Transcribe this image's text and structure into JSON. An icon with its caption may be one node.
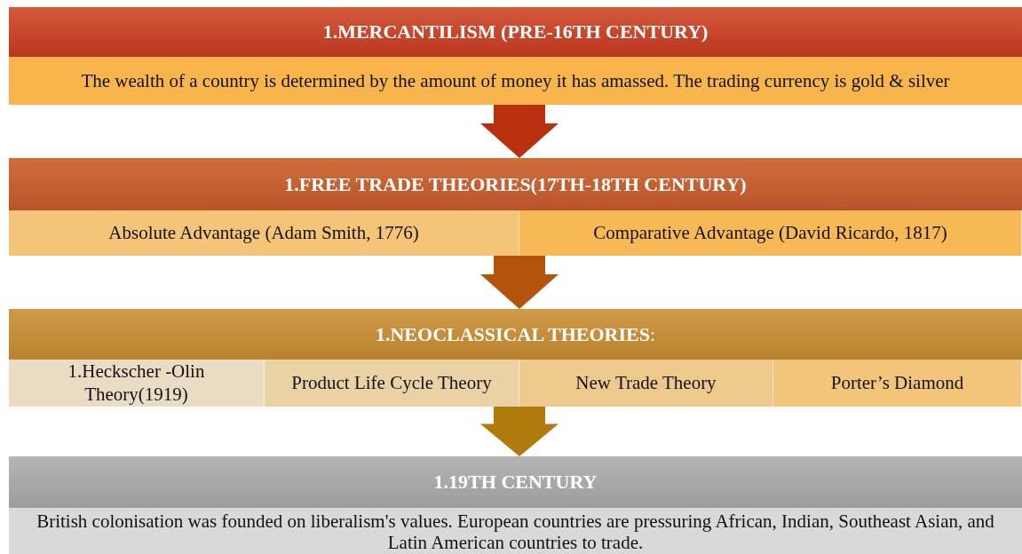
{
  "diagram": {
    "nodes": [
      {
        "text": [
          "1.MERCANTILISM (PRE-16TH CENTURY)",
          "The wealth of a country is determined by the amount of money it has amassed. The trading currency is gold & silver"
        ]
      },
      {
        "text": [
          "1.FREE TRADE THEORIES(17TH-18TH CENTURY)"
        ]
      },
      {
        "text": [
          "Absolute Advantage (Adam Smith, 1776)"
        ],
        "in": 1
      },
      {
        "text": [
          "Comparative Advantage (David Ricardo, 1817)"
        ],
        "in": 1
      },
      {
        "text": [
          "**1.NEOCLASSICAL THEORIES**:"
        ]
      },
      {
        "text": [
          "1.Heckscher -Olin Theory(1919)"
        ],
        "in": 4
      },
      {
        "text": [
          "Product Life Cycle Theory"
        ],
        "in": 4
      },
      {
        "text": [
          "New Trade Theory"
        ],
        "in": 4
      },
      {
        "text": [
          "Porter’s Diamond"
        ],
        "in": 4
      },
      {
        "text": [
          "1.19TH CENTURY",
          "British colonisation was founded on liberalism's values. European countries are pressuring African, Indian, Southeast Asian, and Latin American countries to trade."
        ]
      }
    ],
    "edges": [
      {
        "from": 0,
        "to": 1,
        "arrow": "to",
        "color": "#b8300e"
      },
      {
        "from": 1,
        "to": 4,
        "arrow": "to",
        "color": "#b4530c"
      },
      {
        "from": 4,
        "to": 9,
        "arrow": "to",
        "color": "#b07a0c"
      }
    ]
  }
}
